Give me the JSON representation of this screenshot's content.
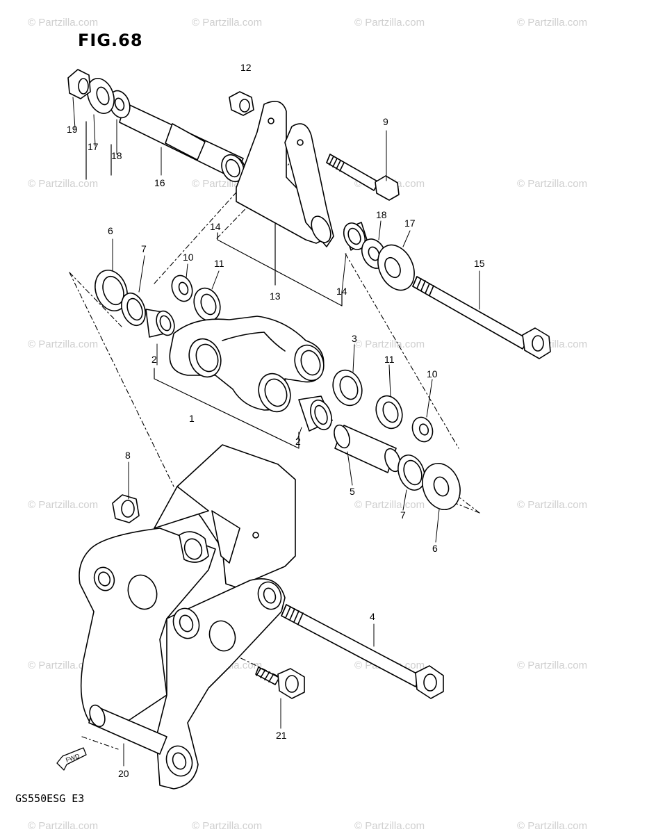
{
  "figure": {
    "title": "FIG.68",
    "model_code": "GS550ESG  E3",
    "watermark": "© Partzilla.com",
    "fwd_label": "FWD"
  },
  "callouts": {
    "c1": "1",
    "c2a": "2",
    "c2b": "2",
    "c3": "3",
    "c4": "4",
    "c5": "5",
    "c6a": "6",
    "c6b": "6",
    "c7a": "7",
    "c7b": "7",
    "c8": "8",
    "c9": "9",
    "c10a": "10",
    "c10b": "10",
    "c11a": "11",
    "c11b": "11",
    "c12": "12",
    "c13": "13",
    "c14a": "14",
    "c14b": "14",
    "c15": "15",
    "c16": "16",
    "c17a": "17",
    "c17b": "17",
    "c18a": "18",
    "c18b": "18",
    "c19": "19",
    "c20": "20",
    "c21": "21"
  }
}
